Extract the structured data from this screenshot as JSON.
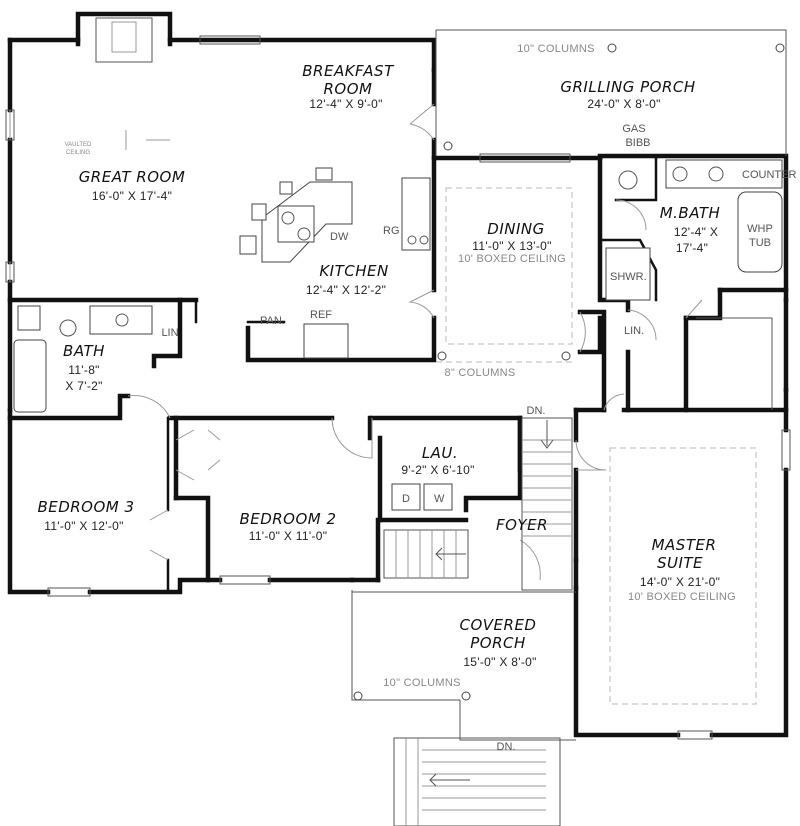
{
  "rooms": {
    "great_room": {
      "name": "GREAT ROOM",
      "dim": "16'-0\" X 17'-4\""
    },
    "breakfast": {
      "name1": "BREAKFAST",
      "name2": "ROOM",
      "dim": "12'-4\" X 9'-0\""
    },
    "kitchen": {
      "name": "KITCHEN",
      "dim": "12'-4\" X 12'-2\""
    },
    "dining": {
      "name": "DINING",
      "dim": "11'-0\" X 13'-0\"",
      "note": "10' BOXED CEILING"
    },
    "grilling_porch": {
      "name": "GRILLING PORCH",
      "dim": "24'-0\" X 8'-0\"",
      "note": "10\" COLUMNS"
    },
    "mbath": {
      "name": "M.BATH",
      "dim1": "12'-4\" X",
      "dim2": "17'-4\""
    },
    "bath": {
      "name": "BATH",
      "dim1": "11'-8\"",
      "dim2": "X 7'-2\""
    },
    "bedroom3": {
      "name": "BEDROOM 3",
      "dim": "11'-0\" X 12'-0\""
    },
    "bedroom2": {
      "name": "BEDROOM 2",
      "dim": "11'-0\" X 11'-0\""
    },
    "laundry": {
      "name": "LAU.",
      "dim": "9'-2\" X 6'-10\""
    },
    "foyer": {
      "name": "FOYER"
    },
    "master": {
      "name1": "MASTER",
      "name2": "SUITE",
      "dim": "14'-0\" X 21'-0\"",
      "note": "10' BOXED CEILING"
    },
    "covered_porch": {
      "name1": "COVERED",
      "name2": "PORCH",
      "dim": "15'-0\" X 8'-0\"",
      "note": "10\" COLUMNS"
    }
  },
  "labels": {
    "vaulted1": "VAULTED",
    "vaulted2": "CEILING",
    "dw": "DW",
    "rg": "RG",
    "pan": "PAN.",
    "ref": "REF",
    "lin_bath": "LIN",
    "lin_master": "LIN.",
    "shwr": "SHWR.",
    "whp": "WHP",
    "tub": "TUB",
    "counter": "COUNTER",
    "gas": "GAS",
    "bibb": "BIBB",
    "columns_8": "8\" COLUMNS",
    "dn_hall": "DN.",
    "dn_front": "DN.",
    "washer": "W",
    "dryer": "D"
  }
}
